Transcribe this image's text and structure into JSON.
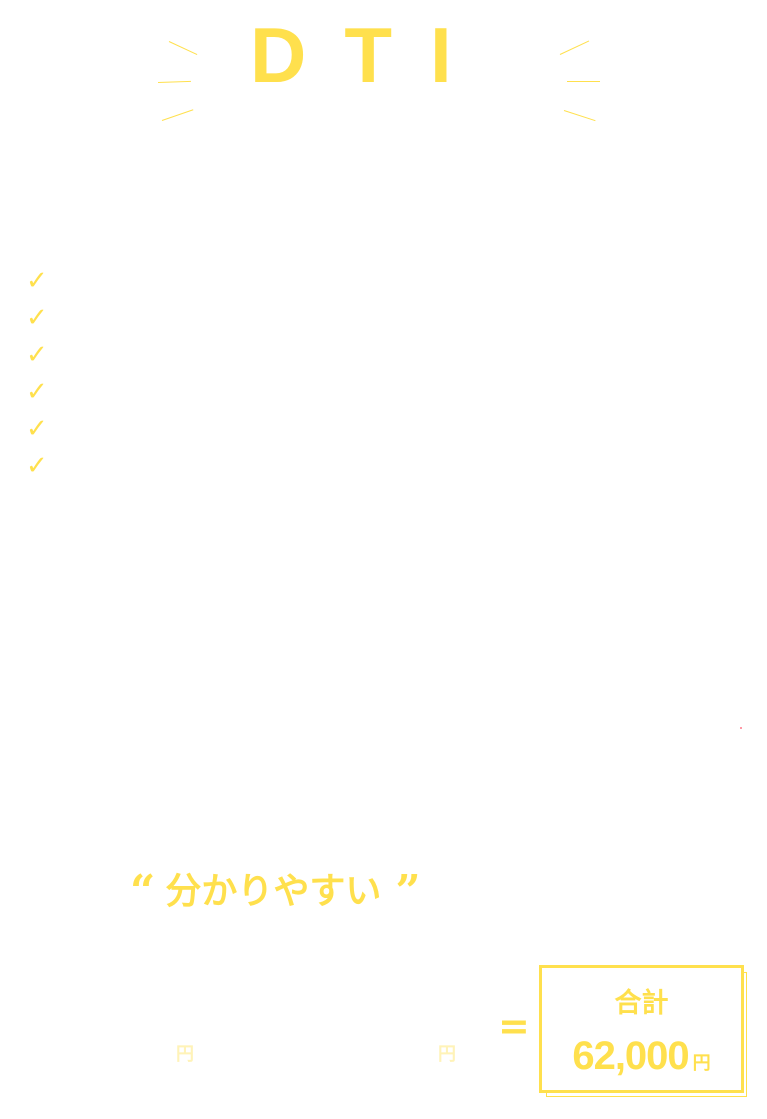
{
  "colors": {
    "accent": "#FFE04D",
    "light_accent": "#FFF3B8",
    "background": "#FFFFFF"
  },
  "brand": {
    "logo": "DTI"
  },
  "checklist": {
    "icon": "check-icon",
    "items": [
      {
        "mark": "✓",
        "text": ""
      },
      {
        "mark": "✓",
        "text": ""
      },
      {
        "mark": "✓",
        "text": ""
      },
      {
        "mark": "✓",
        "text": ""
      },
      {
        "mark": "✓",
        "text": ""
      },
      {
        "mark": "✓",
        "text": ""
      }
    ]
  },
  "tagline": {
    "open_quote": "“",
    "text": "分かりやすい",
    "close_quote": "”"
  },
  "pricing": {
    "first_unit": "円",
    "second_unit": "円",
    "equals": "=",
    "total_label": "合計",
    "total_value": "62,000",
    "total_unit": "円"
  }
}
